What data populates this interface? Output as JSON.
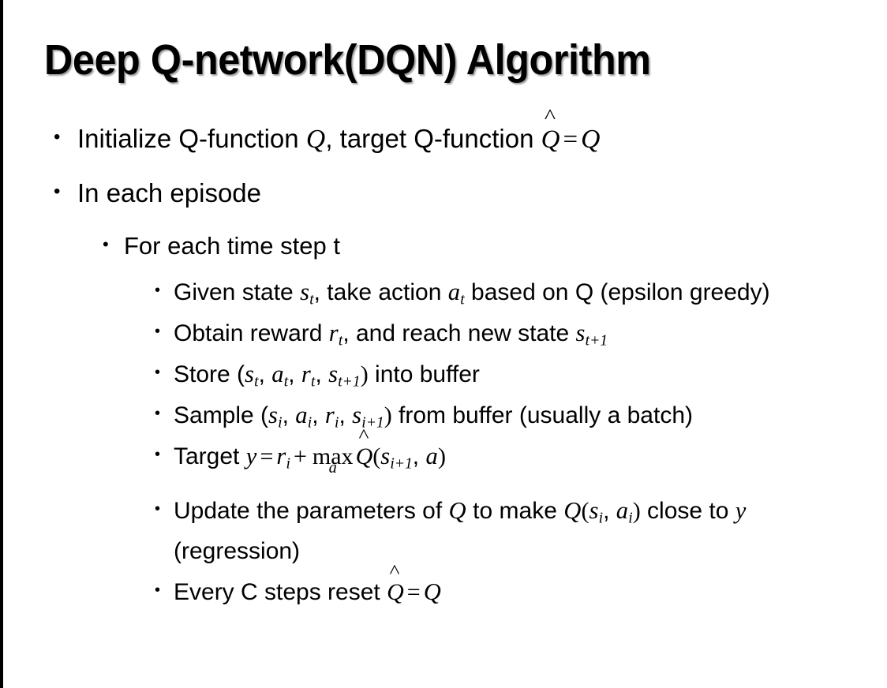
{
  "slide": {
    "title": "Deep Q-network(DQN) Algorithm",
    "background_color": "#FFFFFF",
    "text_color": "#000000",
    "left_rule_color": "#000000",
    "bullet_glyph": "•"
  },
  "bullets": {
    "b1": {
      "level": 1,
      "pre": "Initialize Q-function ",
      "var_q1": "Q",
      "mid": ", target Q-function ",
      "qhat": "Q",
      "hat": "^",
      "eq": "=",
      "var_q2": "Q",
      "plain_text": "Initialize Q-function Q, target Q-function Q̂ = Q"
    },
    "b2": {
      "level": 1,
      "text": "In each episode"
    },
    "b3": {
      "level": 2,
      "text": "For each time step t"
    },
    "b4": {
      "level": 3,
      "pre": "Given state ",
      "var_s": "s",
      "sub_s": "t",
      "mid": ", take action ",
      "var_a": "a",
      "sub_a": "t",
      "post": " based on Q (epsilon greedy)",
      "plain_text": "Given state s_t, take action a_t based on Q (epsilon greedy)"
    },
    "b5": {
      "level": 3,
      "pre": "Obtain reward ",
      "var_r": "r",
      "sub_r": "t",
      "mid": ", and reach new state ",
      "var_s": "s",
      "sub_s": "t+1",
      "plain_text": "Obtain reward r_t, and reach new state s_{t+1}"
    },
    "b6": {
      "level": 3,
      "pre": "Store (",
      "var_s1": "s",
      "sub_s1": "t",
      "c1": ", ",
      "var_a": "a",
      "sub_a": "t",
      "c2": ", ",
      "var_r": "r",
      "sub_r": "t",
      "c3": ", ",
      "var_s2": "s",
      "sub_s2": "t+1",
      "close": ")",
      "post": " into buffer",
      "plain_text": "Store (s_t, a_t, r_t, s_{t+1}) into buffer"
    },
    "b7": {
      "level": 3,
      "pre": "Sample (",
      "var_s1": "s",
      "sub_s1": "i",
      "c1": ", ",
      "var_a": "a",
      "sub_a": "i",
      "c2": ", ",
      "var_r": "r",
      "sub_r": "i",
      "c3": ", ",
      "var_s2": "s",
      "sub_s2": "i+1",
      "close": ")",
      "post": " from buffer (usually a batch)",
      "plain_text": "Sample (s_i, a_i, r_i, s_{i+1}) from buffer (usually a batch)"
    },
    "b8": {
      "level": 3,
      "pre": "Target ",
      "var_y": "y",
      "eq": "=",
      "var_r": "r",
      "sub_r": "i",
      "plus": "+",
      "max_label": "max",
      "max_under": "a",
      "qhat": "Q",
      "hat": "^",
      "open": "(",
      "var_s": "s",
      "sub_s": "i+1",
      "comma": ", ",
      "var_a": "a",
      "close": ")",
      "plain_text": "Target y = r_i + max_a Q̂(s_{i+1}, a)"
    },
    "b9": {
      "level": 3,
      "pre": "Update the parameters of ",
      "var_q1": "Q",
      "mid": " to make ",
      "var_q2": "Q",
      "open": "(",
      "var_s": "s",
      "sub_s": "i",
      "comma": ", ",
      "var_a": "a",
      "sub_a": "i",
      "close": ")",
      "post": " close to ",
      "var_y": "y",
      "tail": " (regression)",
      "plain_text": "Update the parameters of Q to make Q(s_i, a_i) close to y (regression)"
    },
    "b10": {
      "level": 3,
      "pre": "Every C steps reset ",
      "qhat": "Q",
      "hat": "^",
      "eq": "=",
      "var_q": "Q",
      "plain_text": "Every C steps reset Q̂ = Q"
    }
  }
}
